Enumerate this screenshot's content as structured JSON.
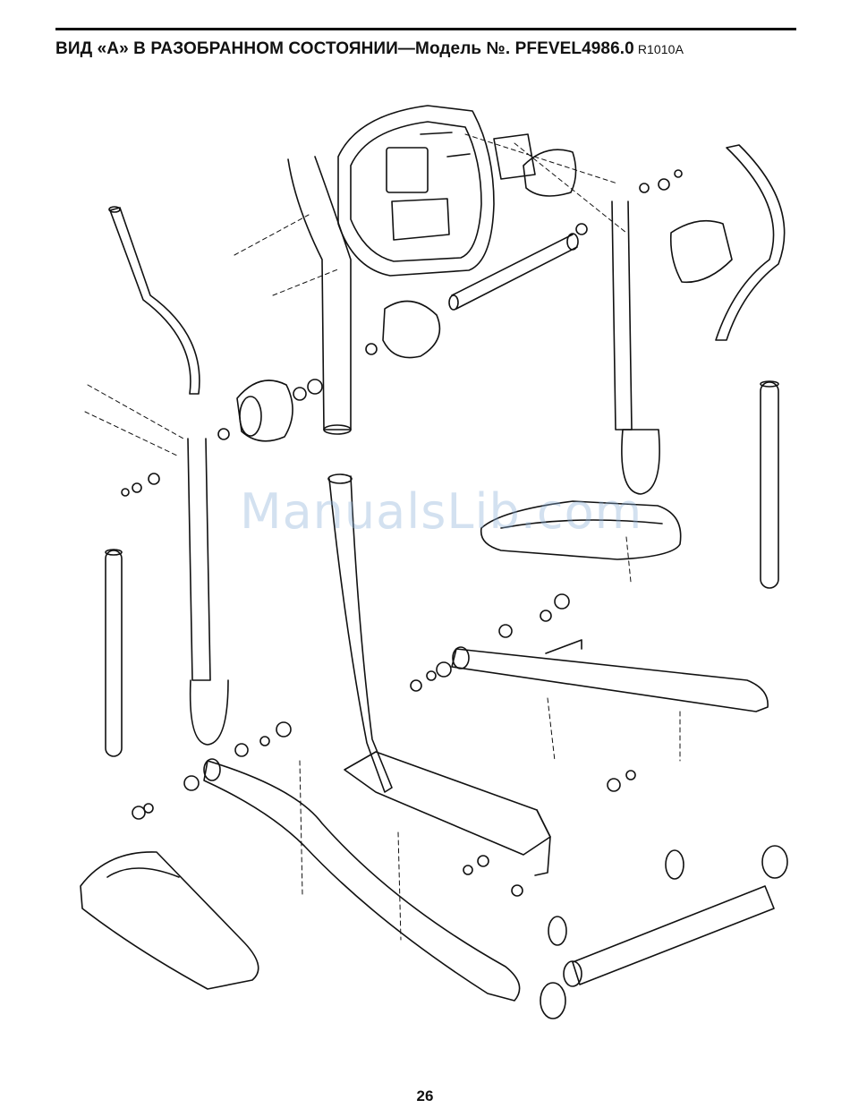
{
  "header": {
    "title": "ВИД «А» В РАЗОБРАННОМ СОСТОЯНИИ—Модель №. PFEVEL4986.0",
    "code": "R1010A"
  },
  "watermark": "ManualsLib.com",
  "page_number": "26",
  "colors": {
    "ink": "#111111",
    "watermark": "#8cafd7"
  }
}
